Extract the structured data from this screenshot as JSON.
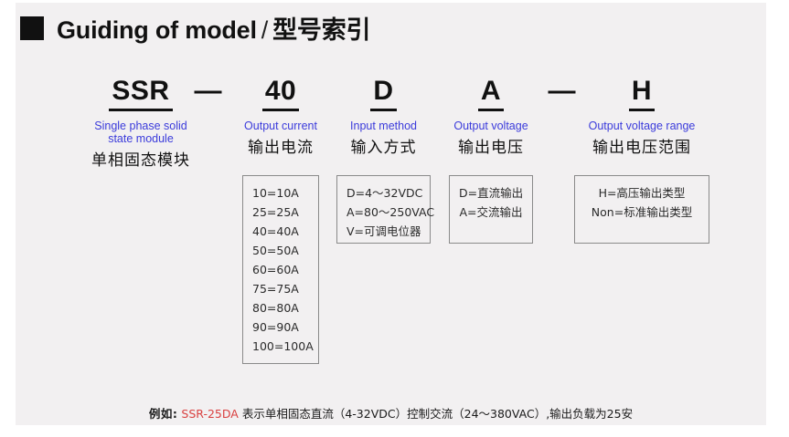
{
  "header": {
    "bullet": "black-square-bullet",
    "title_en": "Guiding of model",
    "separator": "/",
    "title_cn": "型号索引"
  },
  "colors": {
    "canvas_bg": "#f2f0f1",
    "page_bg": "#ffffff",
    "english_label": "#3b3bdb",
    "code_text": "#111111",
    "box_border": "#8a8a8a",
    "example_model": "#d94141"
  },
  "columns": [
    {
      "code": "SSR",
      "label_en": "Single phase solid\nstate module",
      "label_cn": "单相固态模块",
      "options": []
    },
    {
      "code": "—",
      "is_dash": true,
      "label_en": "",
      "label_cn": "",
      "options": []
    },
    {
      "code": "40",
      "label_en": "Output current",
      "label_cn": "输出电流",
      "options": [
        "10=10A",
        "25=25A",
        "40=40A",
        "50=50A",
        "60=60A",
        "75=75A",
        "80=80A",
        "90=90A",
        "100=100A"
      ]
    },
    {
      "code": "D",
      "label_en": "Input method",
      "label_cn": "输入方式",
      "options": [
        "D=4～32VDC",
        "A=80～250VAC",
        "V=可调电位器"
      ]
    },
    {
      "code": "A",
      "label_en": "Output voltage",
      "label_cn": "输出电压",
      "options": [
        "D=直流输出",
        "A=交流输出"
      ]
    },
    {
      "code": "—",
      "is_dash": true,
      "label_en": "",
      "label_cn": "",
      "options": []
    },
    {
      "code": "H",
      "label_en": "Output voltage range",
      "label_cn": "输出电压范围",
      "options": [
        "H=高压输出类型",
        "Non=标准输出类型"
      ]
    }
  ],
  "footer": {
    "prefix": "例如:",
    "model": "SSR-25DA",
    "description": "表示单相固态直流（4-32VDC）控制交流（24～380VAC）,输出负载为25安"
  }
}
